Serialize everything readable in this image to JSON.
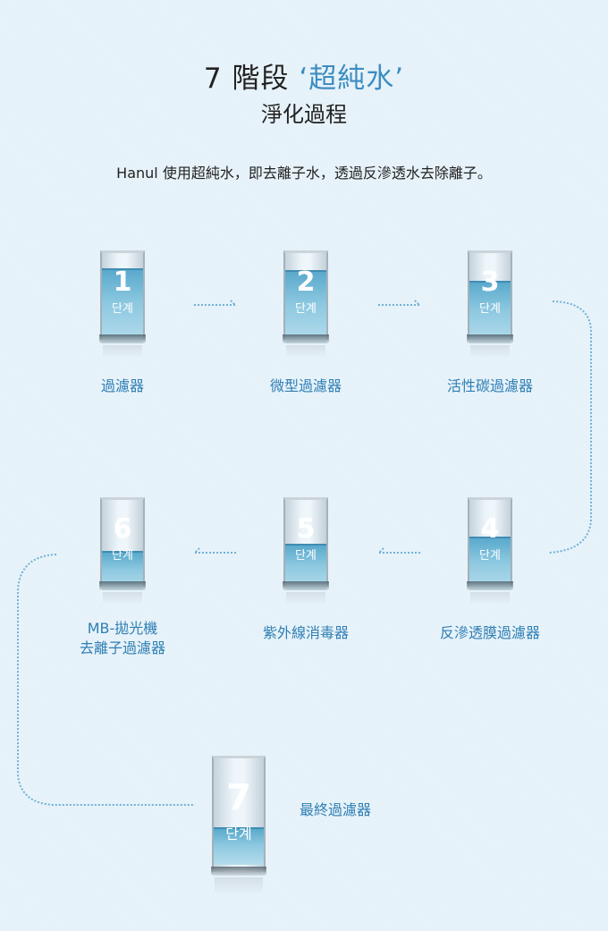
{
  "header": {
    "title_prefix": "7 階段 ",
    "title_accent": "‘超純水’",
    "subtitle": "淨化過程",
    "description": "Hanul 使用超純水，即去離子水，透過反滲透水去除離子。"
  },
  "step_word": "단계",
  "steps": [
    {
      "number": "1",
      "label": "過濾器",
      "water_level": 0.88
    },
    {
      "number": "2",
      "label": "微型過濾器",
      "water_level": 0.85
    },
    {
      "number": "3",
      "label": "活性碳過濾器",
      "water_level": 0.72
    },
    {
      "number": "4",
      "label": "反滲透膜過濾器",
      "water_level": 0.62
    },
    {
      "number": "5",
      "label": "紫外線消毒器",
      "water_level": 0.52
    },
    {
      "number": "6",
      "label_line1": "MB-拋光機",
      "label_line2": "去離子過濾器",
      "water_level": 0.42
    },
    {
      "number": "7",
      "label": "最終過濾器",
      "water_level": 0.32
    }
  ],
  "colors": {
    "background": "#e5f1f9",
    "accent": "#3d8dc1",
    "label": "#2f7fb4",
    "arrow": "#6fb2d6"
  }
}
